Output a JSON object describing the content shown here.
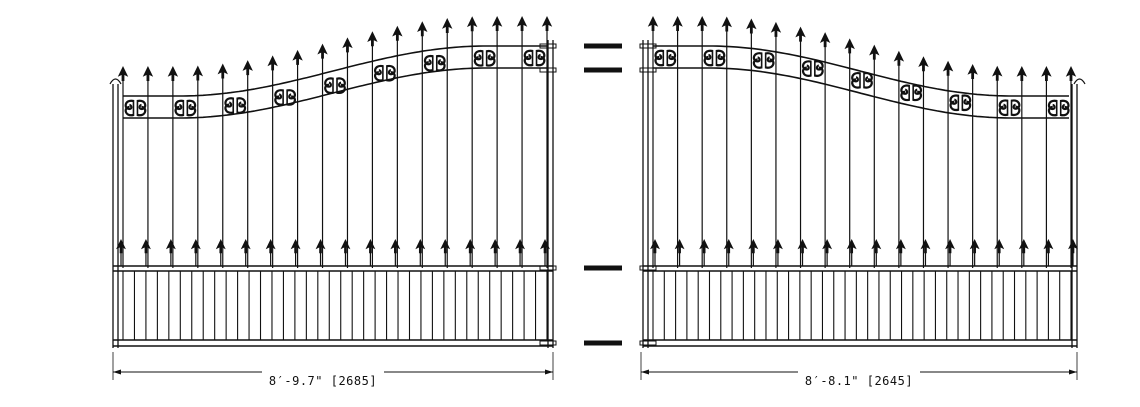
{
  "gates": [
    {
      "id": "left",
      "dimension_label": "8′-9.7\" [2685]",
      "top_arch": "rising-to-hinge"
    },
    {
      "id": "right",
      "dimension_label": "8′-8.1\" [2645]",
      "top_arch": "rising-to-hinge"
    }
  ],
  "hinge_bracket_count": 4,
  "colors": {
    "line": "#111111",
    "background": "#ffffff"
  }
}
